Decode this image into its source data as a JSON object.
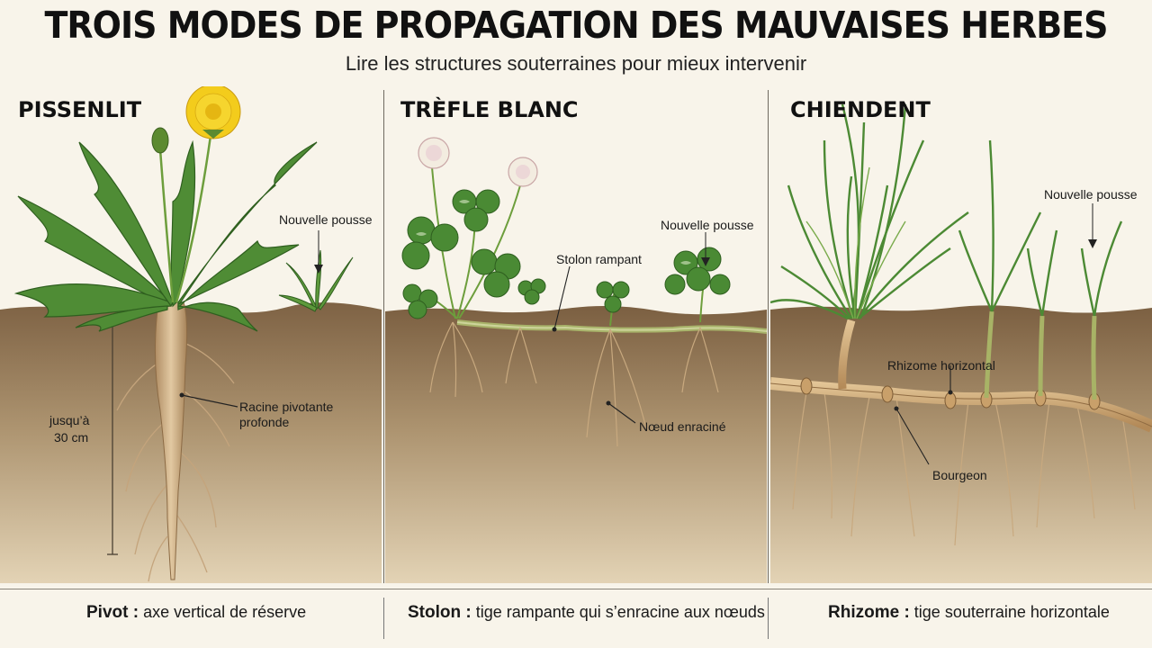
{
  "header": {
    "title": "TROIS MODES DE PROPAGATION DES MAUVAISES HERBES",
    "subtitle": "Lire les structures souterraines pour mieux intervenir"
  },
  "panels": [
    {
      "title": "PISSENLIT",
      "labels": {
        "new_shoot": "Nouvelle pousse",
        "root_line1": "Racine pivotante",
        "root_line2": "profonde",
        "depth_line1": "jusqu’à",
        "depth_line2": "30 cm"
      },
      "footer": {
        "term": "Pivot :",
        "definition": "axe vertical de réserve"
      }
    },
    {
      "title": "TRÈFLE BLANC",
      "labels": {
        "new_shoot": "Nouvelle pousse",
        "stolon": "Stolon rampant",
        "node": "Nœud enraciné"
      },
      "footer": {
        "term": "Stolon :",
        "definition": "tige rampante qui s’enracine aux nœuds"
      }
    },
    {
      "title": "CHIENDENT",
      "labels": {
        "new_shoot": "Nouvelle pousse",
        "rhizome": "Rhizome horizontal",
        "bud": "Bourgeon"
      },
      "footer": {
        "term": "Rhizome :",
        "definition": "tige souterraine horizontale"
      }
    }
  ],
  "colors": {
    "soil": "#9b7f5c",
    "leaf": "#4e8f36",
    "flower": "#f3cc1c",
    "root": "#cdb08a"
  }
}
